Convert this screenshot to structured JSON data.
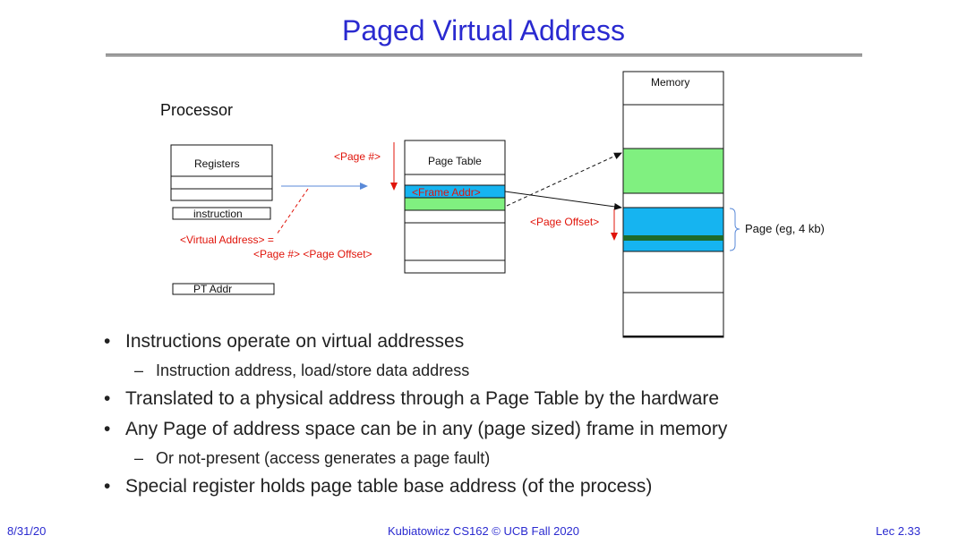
{
  "title": "Paged Virtual Address",
  "diagram": {
    "processor_label": "Processor",
    "registers_label": "Registers",
    "instruction_label": "instruction",
    "pt_addr_label": "PT Addr",
    "page_num_label": "<Page #>",
    "page_table_label": "Page Table",
    "frame_addr_label": "<Frame Addr>",
    "virtual_address_label": "<Virtual Address> =",
    "page_num_offset_label": "<Page #> <Page Offset>",
    "page_offset_label": "<Page Offset>",
    "memory_label": "Memory",
    "page_size_label": "Page (eg, 4 kb)"
  },
  "colors": {
    "title_blue": "#2a2ad0",
    "label_red": "#e0140a",
    "frame_blue": "#16b4f0",
    "page_green": "#80f080",
    "dark_green": "#1e6a2a",
    "arrow_blue": "#5a8ad8"
  },
  "bullets": [
    {
      "level": 1,
      "text": "Instructions operate on virtual addresses"
    },
    {
      "level": 2,
      "text": "Instruction address, load/store data address"
    },
    {
      "level": 1,
      "text": "Translated to a physical address through a Page Table by the hardware"
    },
    {
      "level": 1,
      "text": "Any Page of address space can be in any (page sized) frame in memory"
    },
    {
      "level": 2,
      "text": "Or not-present (access generates a page fault)"
    },
    {
      "level": 1,
      "text": "Special register holds page table base address (of the process)"
    }
  ],
  "bullet_marks": {
    "level1": "•",
    "level2": "–"
  },
  "footer": {
    "date": "8/31/20",
    "center": "Kubiatowicz CS162 © UCB Fall 2020",
    "slide": "Lec 2.33"
  }
}
